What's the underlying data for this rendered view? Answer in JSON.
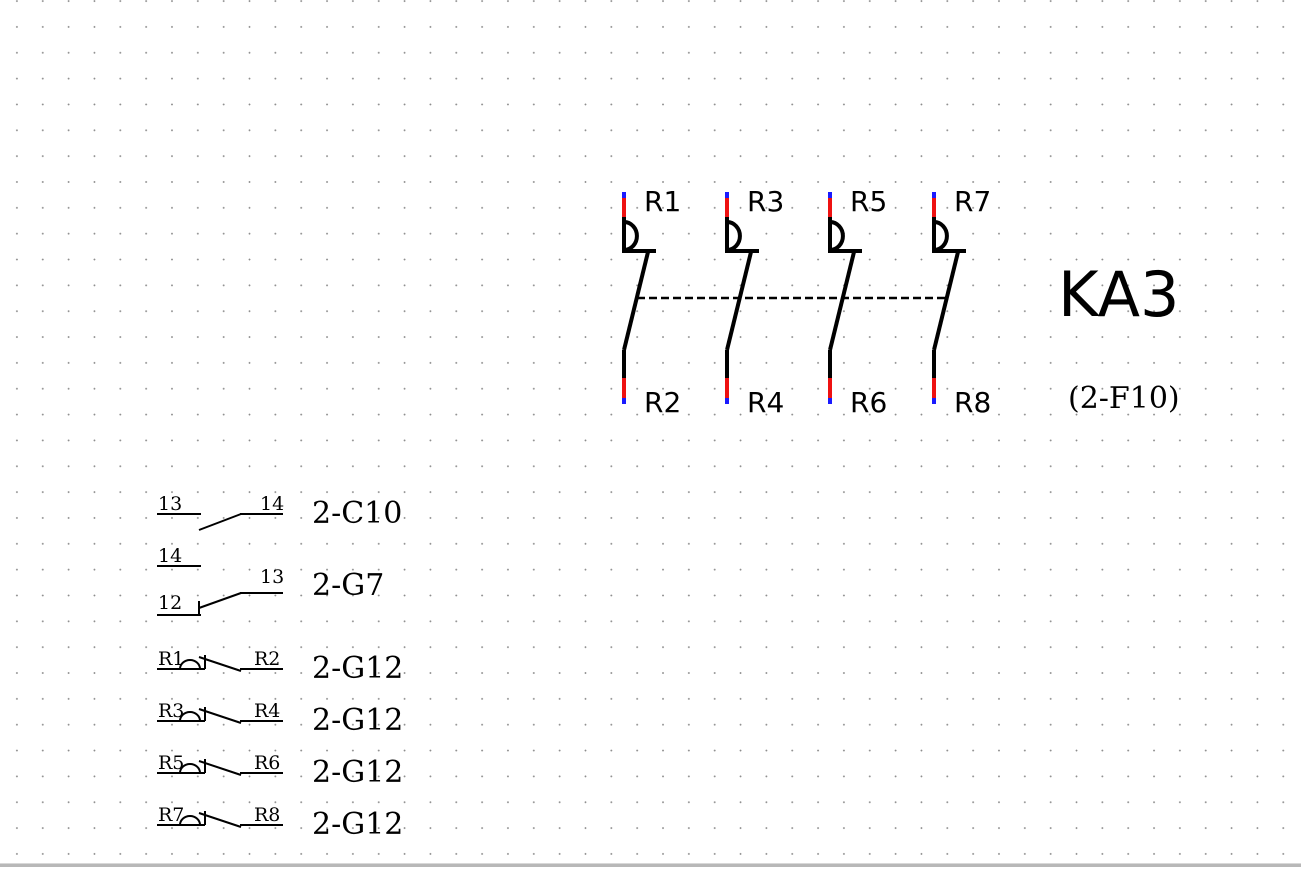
{
  "device": {
    "tag": "KA3",
    "reference": "(2-F10)"
  },
  "main_poles": [
    {
      "top": "R1",
      "bottom": "R2"
    },
    {
      "top": "R3",
      "bottom": "R4"
    },
    {
      "top": "R5",
      "bottom": "R6"
    },
    {
      "top": "R7",
      "bottom": "R8"
    }
  ],
  "cross_references": [
    {
      "kind": "no-contact",
      "terminals": [
        "13",
        "14"
      ],
      "ref": "2-C10"
    },
    {
      "kind": "changeover-contact",
      "terminals": [
        "14",
        "12",
        "13"
      ],
      "ref": "2-G7"
    },
    {
      "kind": "thermal-contact",
      "terminals": [
        "R1",
        "R2"
      ],
      "ref": "2-G12"
    },
    {
      "kind": "thermal-contact",
      "terminals": [
        "R3",
        "R4"
      ],
      "ref": "2-G12"
    },
    {
      "kind": "thermal-contact",
      "terminals": [
        "R5",
        "R6"
      ],
      "ref": "2-G12"
    },
    {
      "kind": "thermal-contact",
      "terminals": [
        "R7",
        "R8"
      ],
      "ref": "2-G12"
    }
  ],
  "colors": {
    "line": "#000000",
    "terminal_red": "#ee1111",
    "terminal_blue": "#1a1aff",
    "grid_dot": "#8a8a8a",
    "background": "#ffffff"
  }
}
